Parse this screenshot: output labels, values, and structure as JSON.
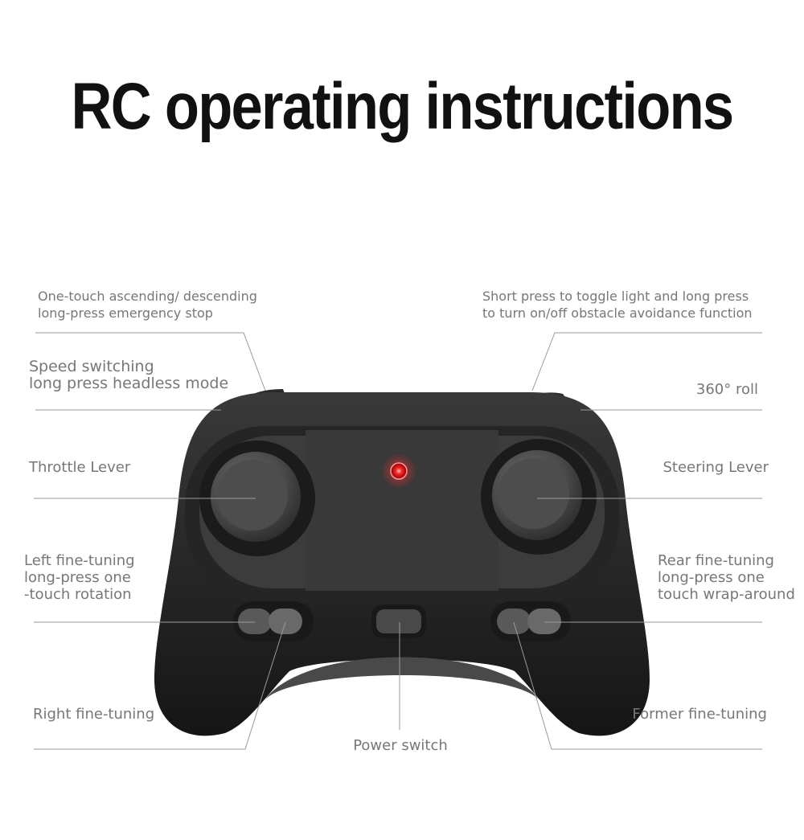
{
  "title": "RC operating instructions",
  "labels": {
    "one_touch_1": "One-touch ascending/ descending",
    "one_touch_2": "long-press emergency stop",
    "light_1": "Short press to toggle light and long press",
    "light_2": "to turn on/off obstacle avoidance function",
    "speed_1": "Speed switching",
    "speed_2": "long press headless mode",
    "roll": "360° roll",
    "throttle": "Throttle Lever",
    "steering": "Steering Lever",
    "left_ft_1": "Left fine-tuning",
    "left_ft_2": "long-press one",
    "left_ft_3": "-touch rotation",
    "rear_ft_1": "Rear fine-tuning",
    "rear_ft_2": "long-press one",
    "rear_ft_3": "touch wrap-around",
    "right_ft": "Right fine-tuning",
    "former_ft": "Former fine-tuning",
    "power": "Power switch"
  },
  "colors": {
    "body": "#1e1d1d",
    "face": "#3a3939",
    "led": "#ff2a2a",
    "label": "#777777",
    "title": "#111111"
  }
}
